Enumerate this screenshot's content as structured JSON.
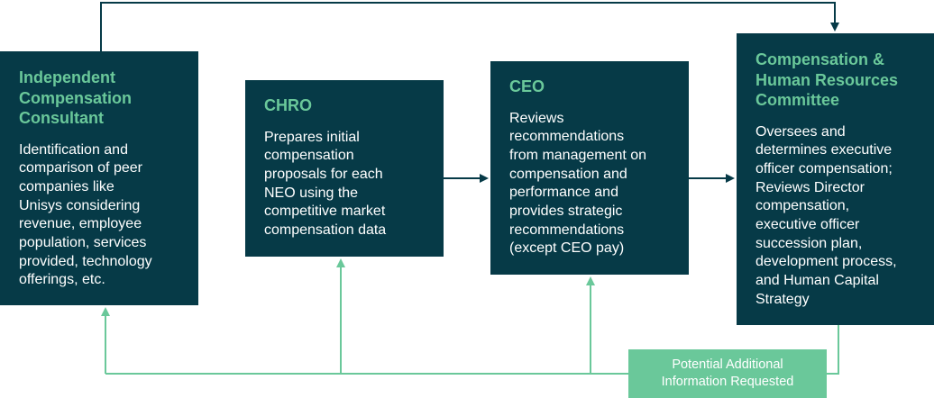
{
  "colors": {
    "box_fill": "#063a47",
    "title_green": "#6ac89a",
    "body_text": "#ffffff",
    "arrow_dark": "#063a47",
    "arrow_green": "#6ac89a"
  },
  "boxes": {
    "consultant": {
      "title": "Independent\nCompensation\nConsultant",
      "body": "Identification and\ncomparison of peer\ncompanies like\nUnisys considering\nrevenue, employee\npopulation, services\nprovided, technology\nofferings, etc."
    },
    "chro": {
      "title": "CHRO",
      "body": "Prepares initial\ncompensation\nproposals for each\nNEO using the\ncompetitive market\ncompensation data"
    },
    "ceo": {
      "title": "CEO",
      "body": "Reviews\nrecommendations\nfrom management on\ncompensation and\nperformance and\nprovides strategic\nrecommendations\n(except CEO pay)"
    },
    "committee": {
      "title": "Compensation &\nHuman Resources\nCommittee",
      "body": "Oversees and\ndetermines executive\nofficer compensation;\nReviews Director\ncompensation,\nexecutive officer\nsuccession plan,\ndevelopment process,\nand Human Capital\nStrategy"
    }
  },
  "feedback": {
    "label": "Potential Additional\nInformation Requested"
  }
}
